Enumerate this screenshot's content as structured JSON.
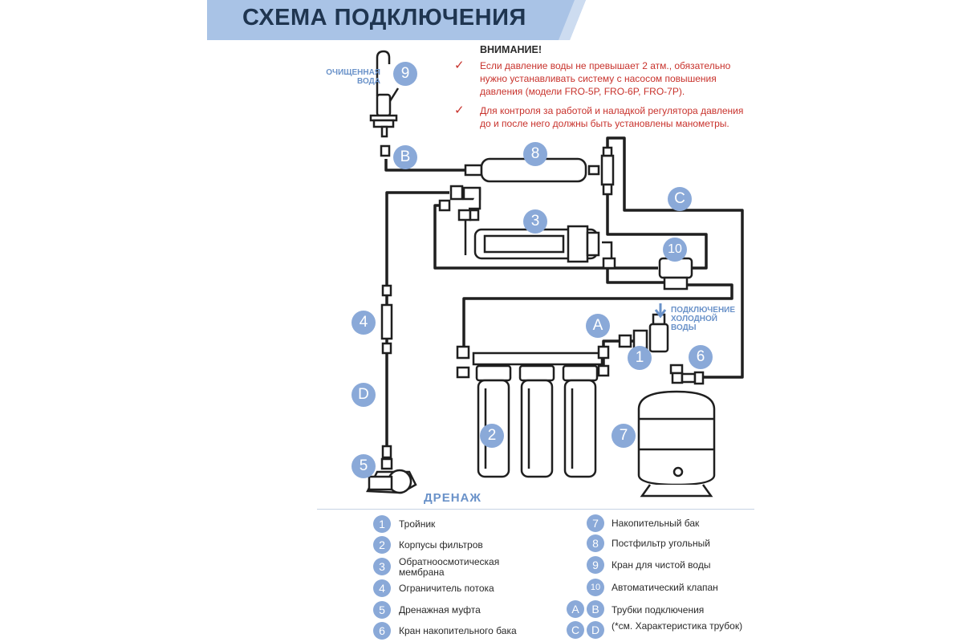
{
  "title": "СХЕМА ПОДКЛЮЧЕНИЯ",
  "warning": {
    "heading": "ВНИМАНИЕ!",
    "items": [
      "Если давление воды не превышает 2 атм., обязательно нужно устанавливать систему с насосом повышения давления (модели FRO-5P, FRO-6P, FRO-7P).",
      "Для контроля за работой и наладкой регулятора давления до и после него должны быть установлены манометры."
    ]
  },
  "labels": {
    "clean_water": "ОЧИЩЕННАЯ ВОДА",
    "cold_water": "ПОДКЛЮЧЕНИЕ ХОЛОДНОЙ ВОДЫ",
    "drain": "ДРЕНАЖ"
  },
  "badges": [
    "1",
    "2",
    "3",
    "4",
    "5",
    "6",
    "7",
    "8",
    "9",
    "10",
    "A",
    "B",
    "C",
    "D"
  ],
  "legend": {
    "left": [
      {
        "num": "1",
        "text": "Тройник"
      },
      {
        "num": "2",
        "text": "Корпусы фильтров"
      },
      {
        "num": "3",
        "text": "Обратноосмотическая мембрана"
      },
      {
        "num": "4",
        "text": "Ограничитель потока"
      },
      {
        "num": "5",
        "text": "Дренажная муфта"
      },
      {
        "num": "6",
        "text": "Кран накопительного бака"
      }
    ],
    "right": [
      {
        "num": "7",
        "text": "Накопительный бак"
      },
      {
        "num": "8",
        "text": "Постфильтр угольный"
      },
      {
        "num": "9",
        "text": "Кран для чистой воды"
      },
      {
        "num": "10",
        "text": "Автоматический клапан"
      }
    ],
    "tubes": [
      {
        "a": "A",
        "b": "B",
        "text": "Трубки подключения"
      },
      {
        "a": "C",
        "b": "D",
        "text": "(*см. Характеристика трубок)"
      }
    ]
  },
  "colors": {
    "accent": "#8aa9d8",
    "title": "#1f3550",
    "banner": "#a9c3e6",
    "warning": "#c8322c",
    "line": "#1f1f1f"
  }
}
